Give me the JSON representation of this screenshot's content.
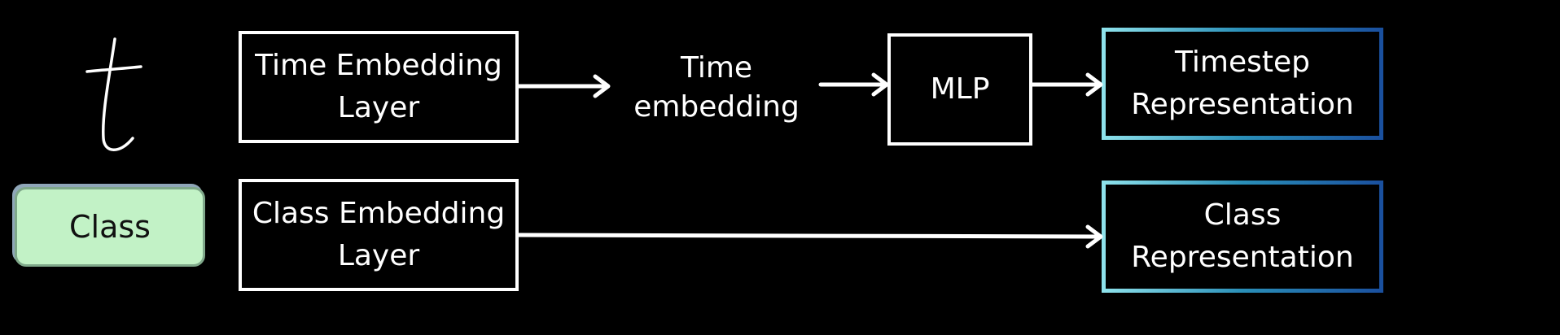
{
  "symbols": {
    "t": "t"
  },
  "inputs": {
    "class_label": "Class"
  },
  "row1": {
    "time_embedding_layer": [
      "Time Embedding",
      "Layer"
    ],
    "time_embedding": [
      "Time",
      "embedding"
    ],
    "mlp": "MLP",
    "timestep_representation": [
      "Timestep",
      "Representation"
    ]
  },
  "row2": {
    "class_embedding_layer": [
      "Class Embedding",
      "Layer"
    ],
    "class_representation": [
      "Class",
      "Representation"
    ]
  },
  "colors": {
    "background": "#000000",
    "stroke": "#ffffff",
    "class_fill": "#c2f2c6",
    "gradient_start": "#8fe3ec",
    "gradient_end": "#1a4f9e"
  }
}
